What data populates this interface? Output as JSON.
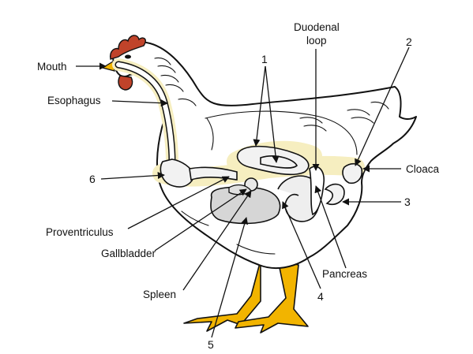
{
  "labels": {
    "mouth": "Mouth",
    "esophagus": "Esophagus",
    "duodenal_loop_line1": "Duodenal",
    "duodenal_loop_line2": "loop",
    "cloaca": "Cloaca",
    "proventriculus": "Proventriculus",
    "gallbladder": "Gallbladder",
    "spleen": "Spleen",
    "pancreas": "Pancreas"
  },
  "numbers": {
    "n1": "1",
    "n2": "2",
    "n3": "3",
    "n4": "4",
    "n5": "5",
    "n6": "6"
  },
  "colors": {
    "comb": "#c0432a",
    "legs": "#f2b400",
    "tract_glow": "#f6eec0",
    "organs": "#d6d6d6"
  }
}
